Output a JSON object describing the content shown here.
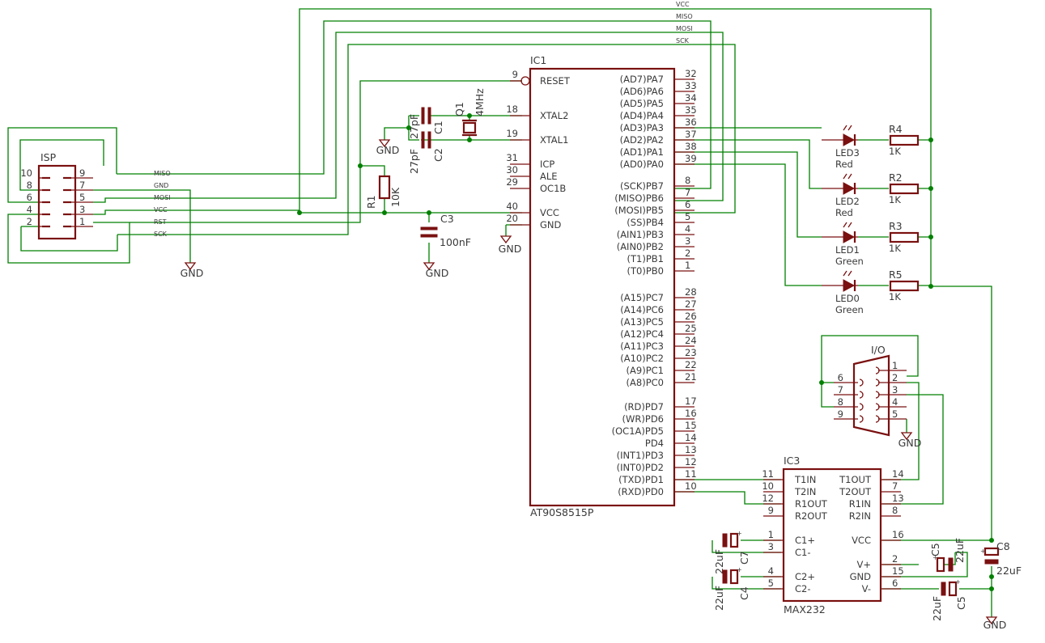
{
  "ic1": {
    "name": "IC1",
    "part": "AT90S8515P",
    "left_pins": [
      {
        "num": "9",
        "label": "RESET"
      },
      {
        "num": "18",
        "label": "XTAL2"
      },
      {
        "num": "19",
        "label": "XTAL1"
      },
      {
        "num": "31",
        "label": "ICP"
      },
      {
        "num": "30",
        "label": "ALE"
      },
      {
        "num": "29",
        "label": "OC1B"
      },
      {
        "num": "40",
        "label": "VCC"
      },
      {
        "num": "20",
        "label": "GND"
      }
    ],
    "right_pins": [
      {
        "num": "32",
        "label": "(AD7)PA7"
      },
      {
        "num": "33",
        "label": "(AD6)PA6"
      },
      {
        "num": "34",
        "label": "(AD5)PA5"
      },
      {
        "num": "35",
        "label": "(AD4)PA4"
      },
      {
        "num": "36",
        "label": "(AD3)PA3"
      },
      {
        "num": "37",
        "label": "(AD2)PA2"
      },
      {
        "num": "38",
        "label": "(AD1)PA1"
      },
      {
        "num": "39",
        "label": "(AD0)PA0"
      },
      {
        "num": "8",
        "label": "(SCK)PB7"
      },
      {
        "num": "7",
        "label": "(MISO)PB6"
      },
      {
        "num": "6",
        "label": "(MOSI)PB5"
      },
      {
        "num": "5",
        "label": "(SS)PB4"
      },
      {
        "num": "4",
        "label": "(AIN1)PB3"
      },
      {
        "num": "3",
        "label": "(AIN0)PB2"
      },
      {
        "num": "2",
        "label": "(T1)PB1"
      },
      {
        "num": "1",
        "label": "(T0)PB0"
      },
      {
        "num": "28",
        "label": "(A15)PC7"
      },
      {
        "num": "27",
        "label": "(A14)PC6"
      },
      {
        "num": "26",
        "label": "(A13)PC5"
      },
      {
        "num": "25",
        "label": "(A12)PC4"
      },
      {
        "num": "24",
        "label": "(A11)PC3"
      },
      {
        "num": "23",
        "label": "(A10)PC2"
      },
      {
        "num": "22",
        "label": "(A9)PC1"
      },
      {
        "num": "21",
        "label": "(A8)PC0"
      },
      {
        "num": "17",
        "label": "(RD)PD7"
      },
      {
        "num": "16",
        "label": "(WR)PD6"
      },
      {
        "num": "15",
        "label": "(OC1A)PD5"
      },
      {
        "num": "14",
        "label": "PD4"
      },
      {
        "num": "13",
        "label": "(INT1)PD3"
      },
      {
        "num": "12",
        "label": "(INT0)PD2"
      },
      {
        "num": "11",
        "label": "(TXD)PD1"
      },
      {
        "num": "10",
        "label": "(RXD)PD0"
      }
    ]
  },
  "ic3": {
    "name": "IC3",
    "part": "MAX232",
    "left_pins": [
      {
        "num": "11",
        "label": "T1IN"
      },
      {
        "num": "10",
        "label": "T2IN"
      },
      {
        "num": "12",
        "label": "R1OUT"
      },
      {
        "num": "9",
        "label": "R2OUT"
      },
      {
        "num": "1",
        "label": "C1+"
      },
      {
        "num": "3",
        "label": "C1-"
      },
      {
        "num": "4",
        "label": "C2+"
      },
      {
        "num": "5",
        "label": "C2-"
      }
    ],
    "right_pins": [
      {
        "num": "14",
        "label": "T1OUT"
      },
      {
        "num": "7",
        "label": "T2OUT"
      },
      {
        "num": "13",
        "label": "R1IN"
      },
      {
        "num": "8",
        "label": "R2IN"
      },
      {
        "num": "16",
        "label": "VCC"
      },
      {
        "num": "2",
        "label": "V+"
      },
      {
        "num": "15",
        "label": "GND"
      },
      {
        "num": "6",
        "label": "V-"
      }
    ]
  },
  "isp": {
    "name": "ISP",
    "pins_left": [
      "10",
      "8",
      "6",
      "4",
      "2"
    ],
    "pins_right": [
      "9",
      "7",
      "5",
      "3",
      "1"
    ],
    "signals": [
      "MISO",
      "GND",
      "MOSI",
      "VCC",
      "RST",
      "SCK"
    ]
  },
  "io": {
    "name": "I/O",
    "pins_left": [
      "6",
      "7",
      "8",
      "9"
    ],
    "pins_right": [
      "1",
      "2",
      "3",
      "4",
      "5"
    ]
  },
  "bus_labels": [
    "VCC",
    "MISO",
    "MOSI",
    "SCK"
  ],
  "gnd_label": "GND",
  "components": {
    "r1": {
      "name": "R1",
      "value": "10K"
    },
    "c3": {
      "name": "C3",
      "value": "100nF"
    },
    "q1": {
      "name": "Q1",
      "value": "4MHz"
    },
    "c1": {
      "name": "C1",
      "value": "27pF"
    },
    "c2": {
      "name": "C2",
      "value": "27pF"
    },
    "leds": [
      {
        "name": "LED3",
        "color": "Red",
        "r": "R4",
        "rv": "1K"
      },
      {
        "name": "LED2",
        "color": "Red",
        "r": "R2",
        "rv": "1K"
      },
      {
        "name": "LED1",
        "color": "Green",
        "r": "R3",
        "rv": "1K"
      },
      {
        "name": "LED0",
        "color": "Green",
        "r": "R5",
        "rv": "1K"
      }
    ],
    "c7": {
      "name": "C7",
      "value": "22uF"
    },
    "c4": {
      "name": "C4",
      "value": "22uF"
    },
    "c5a": {
      "name": "C5",
      "value": "22uF"
    },
    "c5b": {
      "name": "C5",
      "value": "22uF"
    },
    "c8": {
      "name": "C8",
      "value": "22uF"
    }
  }
}
